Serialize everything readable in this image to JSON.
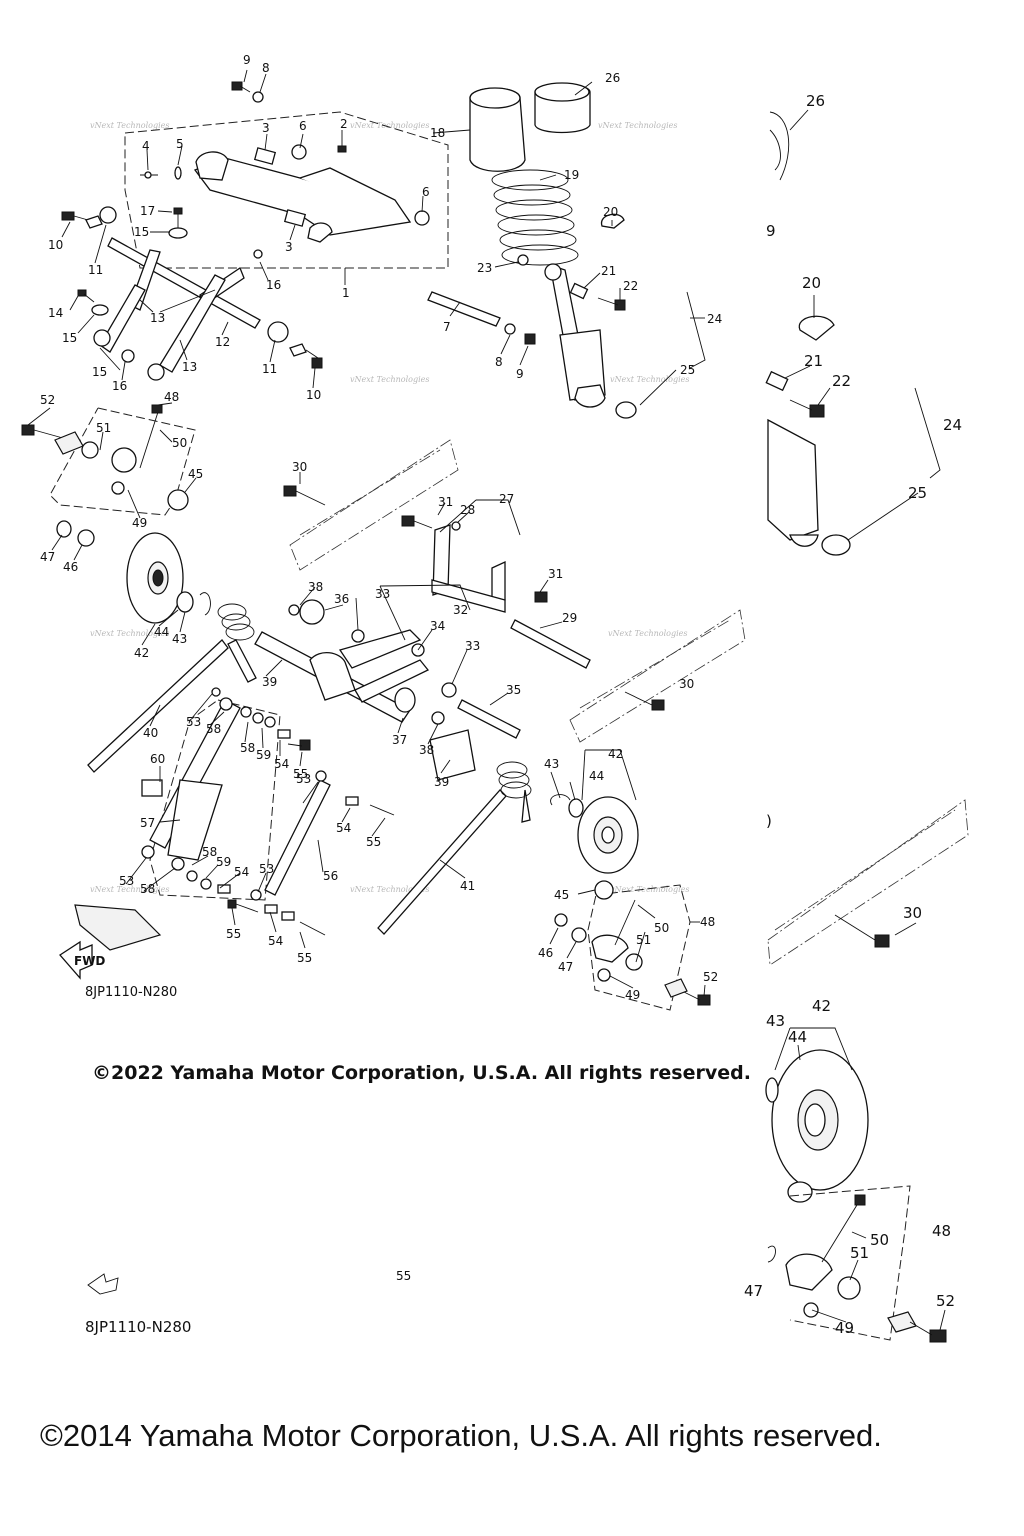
{
  "diagram": {
    "code": "8JP1110-N280",
    "code_lower": "8JP1110-N280",
    "watermark": "vNext Technologies",
    "fwd_label": "FWD",
    "copyright_main": "©2022 Yamaha Motor Corporation, U.S.A. All rights reserved.",
    "copyright_lower": "©2014 Yamaha Motor Corporation, U.S.A. All rights reserved.",
    "cut_fragments": [
      "9",
      ")",
      "55"
    ]
  },
  "callouts": [
    "1",
    "2",
    "3",
    "3",
    "4",
    "5",
    "6",
    "6",
    "7",
    "8",
    "8",
    "9",
    "9",
    "10",
    "10",
    "11",
    "11",
    "12",
    "13",
    "13",
    "14",
    "15",
    "15",
    "15",
    "16",
    "16",
    "17",
    "18",
    "19",
    "20",
    "21",
    "22",
    "23",
    "24",
    "25",
    "26",
    "27",
    "28",
    "29",
    "30",
    "30",
    "31",
    "31",
    "32",
    "33",
    "33",
    "34",
    "35",
    "36",
    "37",
    "38",
    "38",
    "39",
    "39",
    "40",
    "41",
    "42",
    "42",
    "43",
    "43",
    "44",
    "44",
    "45",
    "45",
    "46",
    "46",
    "47",
    "47",
    "48",
    "48",
    "49",
    "49",
    "50",
    "50",
    "51",
    "51",
    "52",
    "52",
    "53",
    "53",
    "53",
    "53",
    "54",
    "54",
    "54",
    "54",
    "55",
    "55",
    "55",
    "55",
    "56",
    "57",
    "58",
    "58",
    "58",
    "58",
    "59",
    "59",
    "60"
  ],
  "callouts_right": [
    "26",
    "20",
    "21",
    "22",
    "24",
    "25",
    "30",
    "42",
    "43",
    "44",
    "47",
    "48",
    "49",
    "50",
    "51",
    "52"
  ]
}
